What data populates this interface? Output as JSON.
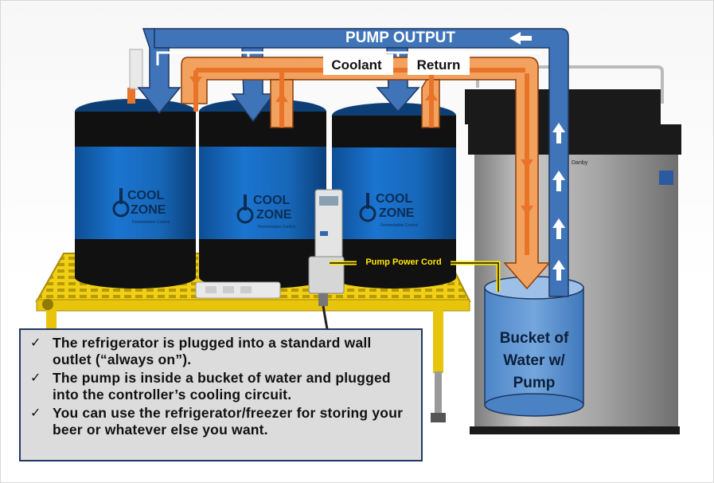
{
  "labels": {
    "pump_output": "PUMP OUTPUT",
    "coolant": "Coolant",
    "return": "Return",
    "pump_power_cord": "Pump Power Cord",
    "bucket_line1": "Bucket of",
    "bucket_line2": "Water  w/",
    "bucket_line3": "Pump"
  },
  "brand": {
    "fermenter_logo_word1": "COOL",
    "fermenter_logo_word2": "ZONE",
    "fermenter_logo_sub": "Fermentation Control",
    "fridge_brand": "Danby"
  },
  "info_box": {
    "bullets": [
      "The refrigerator is plugged into a standard wall outlet (“always on”).",
      "The pump is inside a bucket of water and plugged into the controller’s cooling circuit.",
      "You can use the refrigerator/freezer for storing your beer or whatever else you want."
    ]
  },
  "colors": {
    "pump_arrow": "#3f74b8",
    "coolant_arrow": "#e8742a",
    "fermenter_blue": "#1565b8",
    "stand_yellow": "#f2d10f",
    "fridge_steel": "#a8a8a8",
    "cord_yellow": "#ffe600"
  }
}
